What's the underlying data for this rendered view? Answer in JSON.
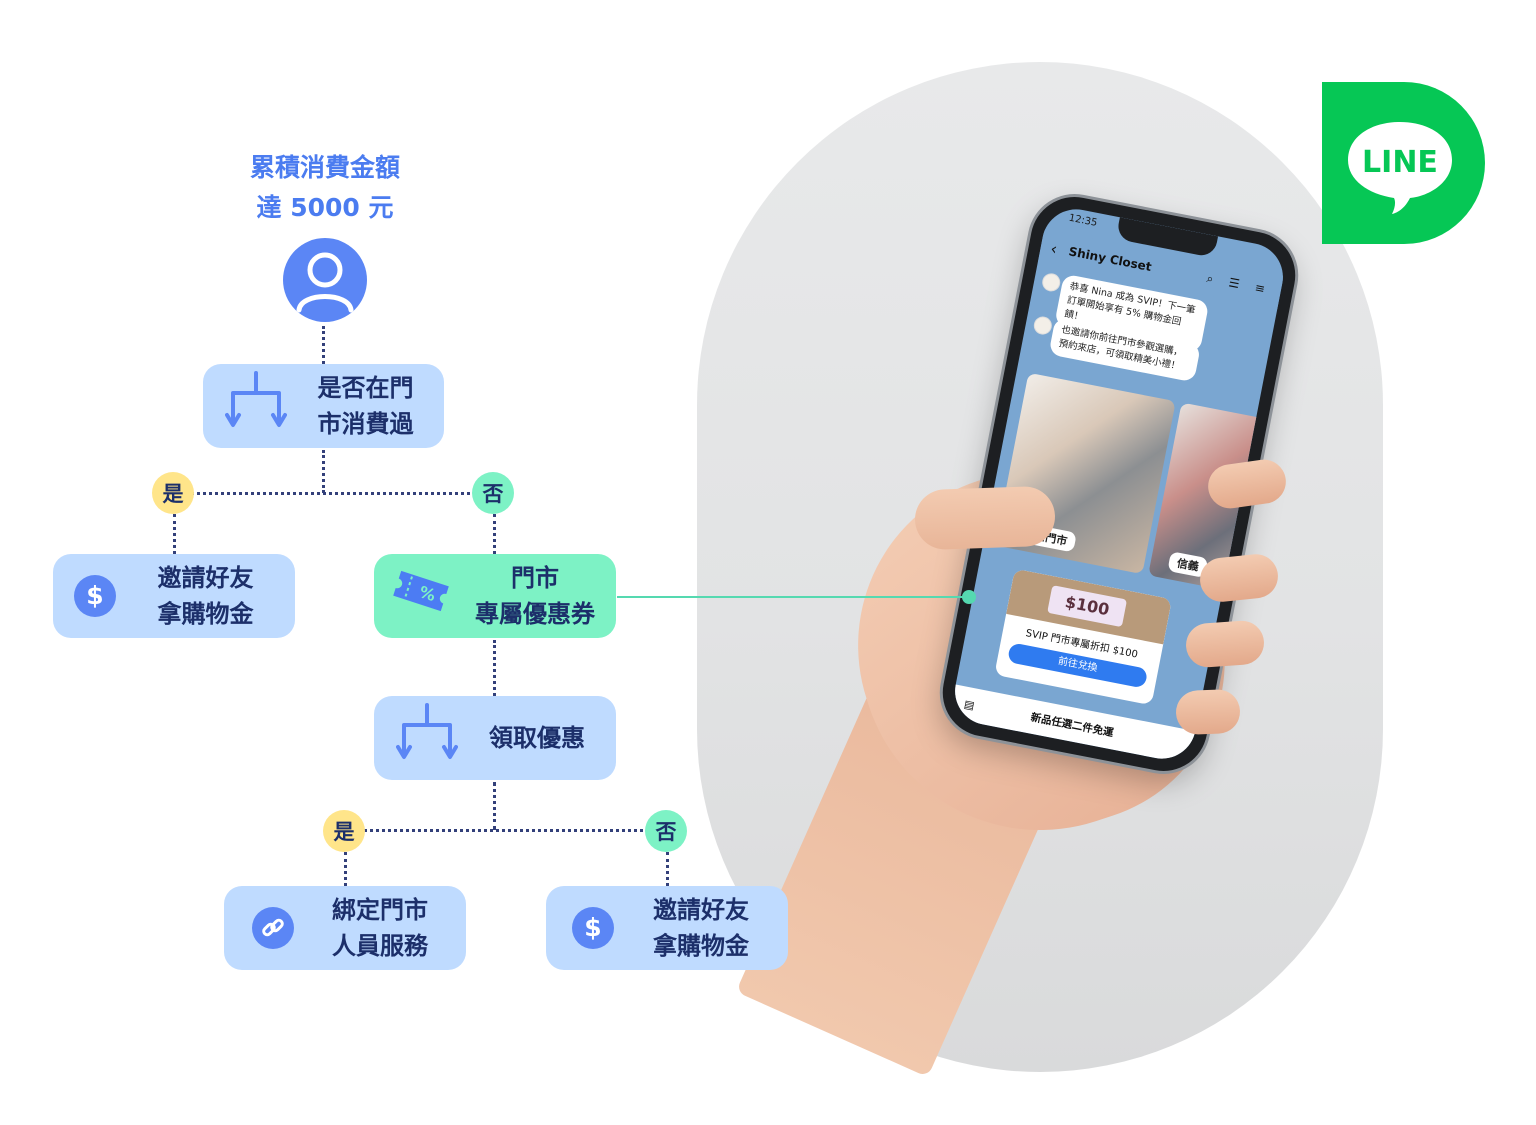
{
  "colors": {
    "accent_blue": "#4b7cf0",
    "box_blue": "#bfdbff",
    "box_green": "#7df2c5",
    "badge_yes": "#ffe58a",
    "badge_no": "#7df2c5",
    "text_dark": "#1c2f6a",
    "line_green": "#06c755"
  },
  "header": {
    "line1": "累積消費金額",
    "line2": "達 5000 元"
  },
  "flow": {
    "decision1": {
      "line1": "是否在門",
      "line2": "市消費過"
    },
    "branch1_yes": "是",
    "branch1_no": "否",
    "invite1": {
      "line1": "邀請好友",
      "line2": "拿購物金"
    },
    "coupon_node": {
      "line1": "門市",
      "line2": "專屬優惠券"
    },
    "decision2": {
      "label": "領取優惠"
    },
    "branch2_yes": "是",
    "branch2_no": "否",
    "bind": {
      "line1": "綁定門市",
      "line2": "人員服務"
    },
    "invite2": {
      "line1": "邀請好友",
      "line2": "拿購物金"
    },
    "coin_symbol": "$"
  },
  "logo": {
    "text": "LINE"
  },
  "phone": {
    "status_time": "12:35",
    "back_icon": "‹",
    "chat_name": "Shiny Closet",
    "header_icons": "⌕ ☰ ≡",
    "msg1": "恭喜 Nina 成為 SVIP！下一筆訂單開始享有 5% 購物金回饋！",
    "msg2": "也邀請你前往門市參觀選購，預約來店，可領取精美小禮！",
    "store1": "南西門市",
    "store2": "信義",
    "coupon_amount": "$100",
    "coupon_text": "SVIP 門市專屬折扣 $100",
    "coupon_button": "前往兌換",
    "bottom_menu": "新品任選二件免運"
  }
}
